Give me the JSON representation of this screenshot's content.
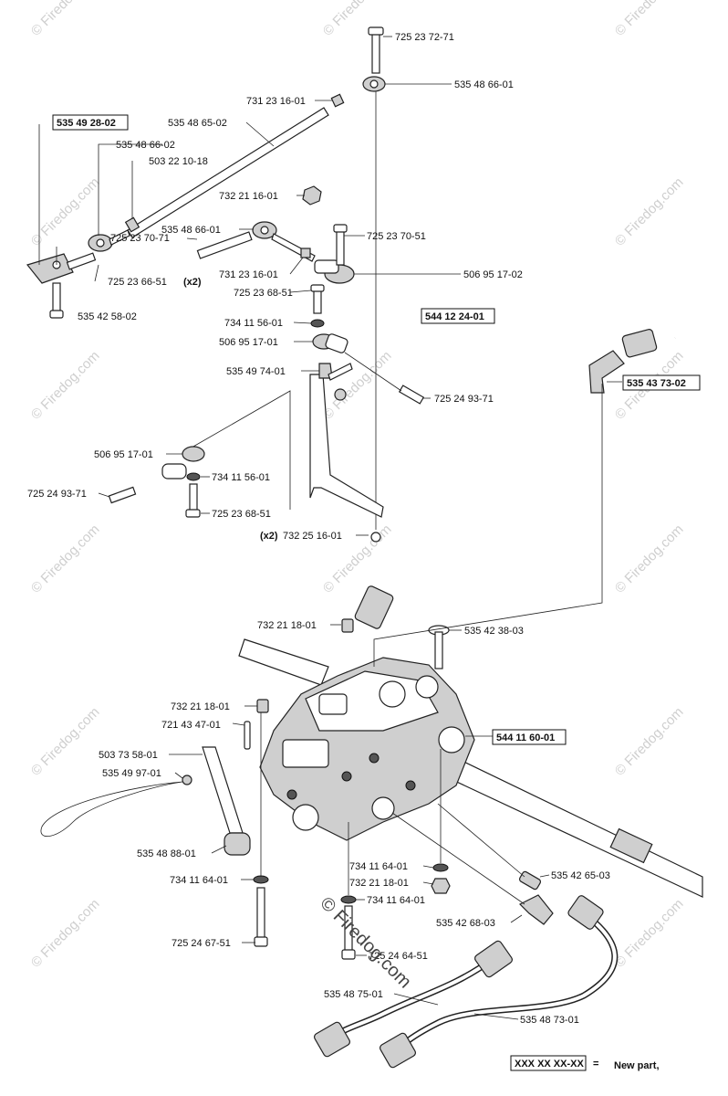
{
  "watermarks": [
    "© Firedog.com",
    "© Firedog.com"
  ],
  "callouts": {
    "p725237271": "725 23 72-71",
    "p535486601a": "535 48 66-01",
    "p731231601a": "731 23 16-01",
    "p535492802": "535 49 28-02",
    "p535486502": "535 48 65-02",
    "p535486602": "535 48 66-02",
    "p503221018": "503 22 10-18",
    "p732211601": "732 21 16-01",
    "p535486601b": "535 48 66-01",
    "p725237051a": "725 23 70-51",
    "p725237071": "725 23 70-71",
    "p731231601b": "731 23 16-01",
    "p506951702a": "506 95 17-02",
    "p725236651": "725 23 66-51",
    "x2a": "(x2)",
    "p535425802": "535 42 58-02",
    "p725236851a": "725 23 68-51",
    "p544122401": "544 12 24-01",
    "p734115601a": "734 11 56-01",
    "p506951701a": "506 95 17-01",
    "p535437302": "535 43 73-02",
    "p535497401": "535 49 74-01",
    "p725249371a": "725 24 93-71",
    "p506951701b": "506 95 17-01",
    "p734115601b": "734 11 56-01",
    "p725249371b": "725 24 93-71",
    "p725236851b": "725 23 68-51",
    "x2b": "(x2)",
    "p732251601": "732 25 16-01",
    "p732211801a": "732 21 18-01",
    "p535423803": "535 42 38-03",
    "p732211801b": "732 21 18-01",
    "p721434701": "721 43 47-01",
    "p544116001": "544 11 60-01",
    "p503735801": "503 73 58-01",
    "p535499701": "535 49 97-01",
    "p535488801": "535 48 88-01",
    "p734116401a": "734 11 64-01",
    "p732211801c": "732 21 18-01",
    "p734116401b": "734 11 64-01",
    "p734116401c": "734 11 64-01",
    "p535426503": "535 42 65-03",
    "p535426803": "535 42 68-03",
    "p725246751": "725 24 67-51",
    "p725246451": "725 24 64-51",
    "p535487501": "535 48 75-01",
    "p535487301": "535 48 73-01"
  },
  "legend": {
    "box": "XXX XX XX-XX",
    "equals": "=",
    "text": "New part,"
  },
  "colors": {
    "line": "#222222",
    "watermark": "#cfcfcf"
  }
}
